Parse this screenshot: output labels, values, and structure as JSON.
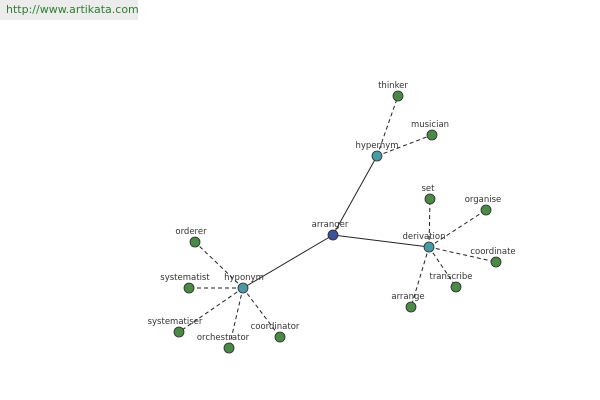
{
  "source_url": "http://www.artikata.com",
  "colors": {
    "center": "#3d4f9a",
    "hub": "#4a9aa6",
    "leaf": "#4a8a46",
    "edge": "#222222"
  },
  "nodes": [
    {
      "id": "arranger",
      "label": "arranger",
      "kind": "center"
    },
    {
      "id": "hypernym",
      "label": "hypernym",
      "kind": "hub"
    },
    {
      "id": "derivation",
      "label": "derivation",
      "kind": "hub"
    },
    {
      "id": "hyponym",
      "label": "hyponym",
      "kind": "hub"
    },
    {
      "id": "thinker",
      "label": "thinker",
      "kind": "leaf"
    },
    {
      "id": "musician",
      "label": "musician",
      "kind": "leaf"
    },
    {
      "id": "set",
      "label": "set",
      "kind": "leaf"
    },
    {
      "id": "organise",
      "label": "organise",
      "kind": "leaf"
    },
    {
      "id": "coordinate",
      "label": "coordinate",
      "kind": "leaf"
    },
    {
      "id": "transcribe",
      "label": "transcribe",
      "kind": "leaf"
    },
    {
      "id": "arrange",
      "label": "arrange",
      "kind": "leaf"
    },
    {
      "id": "orderer",
      "label": "orderer",
      "kind": "leaf"
    },
    {
      "id": "systematist",
      "label": "systematist",
      "kind": "leaf"
    },
    {
      "id": "systematiser",
      "label": "systematiser",
      "kind": "leaf"
    },
    {
      "id": "orchestrator",
      "label": "orchestrator",
      "kind": "leaf"
    },
    {
      "id": "coordinator",
      "label": "coordinator",
      "kind": "leaf"
    }
  ],
  "edges": [
    {
      "from": "arranger",
      "to": "hypernym",
      "style": "solid"
    },
    {
      "from": "arranger",
      "to": "derivation",
      "style": "solid"
    },
    {
      "from": "arranger",
      "to": "hyponym",
      "style": "solid"
    },
    {
      "from": "hypernym",
      "to": "thinker",
      "style": "dashed"
    },
    {
      "from": "hypernym",
      "to": "musician",
      "style": "dashed"
    },
    {
      "from": "derivation",
      "to": "set",
      "style": "dashed"
    },
    {
      "from": "derivation",
      "to": "organise",
      "style": "dashed"
    },
    {
      "from": "derivation",
      "to": "coordinate",
      "style": "dashed"
    },
    {
      "from": "derivation",
      "to": "transcribe",
      "style": "dashed"
    },
    {
      "from": "derivation",
      "to": "arrange",
      "style": "dashed"
    },
    {
      "from": "hyponym",
      "to": "orderer",
      "style": "dashed"
    },
    {
      "from": "hyponym",
      "to": "systematist",
      "style": "dashed"
    },
    {
      "from": "hyponym",
      "to": "systematiser",
      "style": "dashed"
    },
    {
      "from": "hyponym",
      "to": "orchestrator",
      "style": "dashed"
    },
    {
      "from": "hyponym",
      "to": "coordinator",
      "style": "dashed"
    }
  ]
}
